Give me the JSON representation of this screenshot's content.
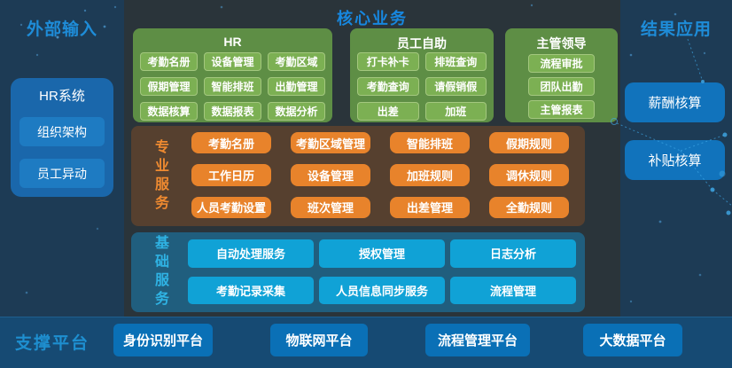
{
  "left_panel": {
    "title": "外部输入",
    "box_title": "HR系统",
    "items": [
      "组织架构",
      "员工异动"
    ]
  },
  "core": {
    "title": "核心业务",
    "groups": [
      {
        "title": "HR",
        "items": [
          "考勤名册",
          "设备管理",
          "考勤区域",
          "假期管理",
          "智能排班",
          "出勤管理",
          "数据核算",
          "数据报表",
          "数据分析"
        ]
      },
      {
        "title": "员工自助",
        "items": [
          "打卡补卡",
          "排班查询",
          "考勤查询",
          "请假销假",
          "出差",
          "加班"
        ]
      },
      {
        "title": "主管领导",
        "items": [
          "流程审批",
          "团队出勤",
          "主管报表"
        ]
      }
    ]
  },
  "professional": {
    "title": "专业服务",
    "items": [
      "考勤名册",
      "考勤区域管理",
      "智能排班",
      "假期规则",
      "工作日历",
      "设备管理",
      "加班规则",
      "调休规则",
      "人员考勤设置",
      "班次管理",
      "出差管理",
      "全勤规则"
    ]
  },
  "basic": {
    "title": "基础服务",
    "items": [
      "自动处理服务",
      "授权管理",
      "日志分析",
      "考勤记录采集",
      "人员信息同步服务",
      "流程管理"
    ]
  },
  "right_panel": {
    "title": "结果应用",
    "items": [
      "薪酬核算",
      "补贴核算"
    ]
  },
  "support": {
    "title": "支撑平台",
    "items": [
      "身份识别平台",
      "物联网平台",
      "流程管理平台",
      "大数据平台"
    ]
  },
  "colors": {
    "background_navy": "#1d3b55",
    "center_charcoal": "#2a343a",
    "header_blue": "#1e8cd8",
    "green_box": "#5e8e45",
    "green_button": "#7cb053",
    "orange_section": "#56402f",
    "orange_button": "#e8832b",
    "teal_section": "#205e7e",
    "teal_button": "#10a2d6",
    "left_box_blue": "#1a67ab",
    "left_button_blue": "#1e7bc2",
    "right_button_blue": "#1173bc",
    "support_bar": "#164a73",
    "support_button": "#0a70b6"
  }
}
